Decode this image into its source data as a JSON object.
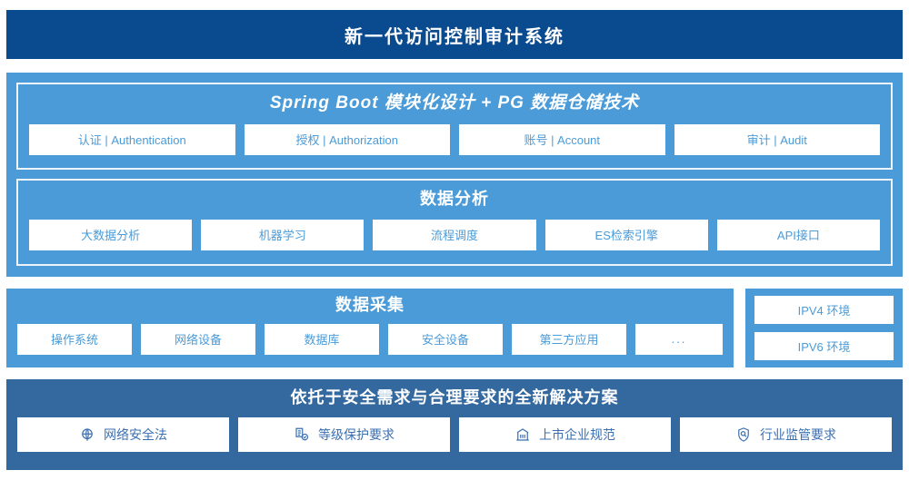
{
  "header": {
    "title": "新一代访问控制审计系统"
  },
  "core": {
    "springboot": {
      "title": "Spring Boot 模块化设计 + PG 数据仓储技术",
      "items": [
        {
          "label": "认证 | Authentication"
        },
        {
          "label": "授权 | Authorization"
        },
        {
          "label": "账号 | Account"
        },
        {
          "label": "审计 | Audit"
        }
      ]
    },
    "analysis": {
      "title": "数据分析",
      "items": [
        {
          "label": "大数据分析"
        },
        {
          "label": "机器学习"
        },
        {
          "label": "流程调度"
        },
        {
          "label": "ES检索引擎"
        },
        {
          "label": "API接口"
        }
      ]
    }
  },
  "collection": {
    "title": "数据采集",
    "items": [
      {
        "label": "操作系统"
      },
      {
        "label": "网络设备"
      },
      {
        "label": "数据库"
      },
      {
        "label": "安全设备"
      },
      {
        "label": "第三方应用"
      },
      {
        "label": "..."
      }
    ]
  },
  "environment": {
    "items": [
      {
        "label": "IPV4 环境"
      },
      {
        "label": "IPV6 环境"
      }
    ]
  },
  "solution": {
    "title": "依托于安全需求与合理要求的全新解决方案",
    "items": [
      {
        "label": "网络安全法",
        "icon": "globe-network-icon"
      },
      {
        "label": "等级保护要求",
        "icon": "document-check-icon"
      },
      {
        "label": "上市企业规范",
        "icon": "bank-building-icon"
      },
      {
        "label": "行业监管要求",
        "icon": "shield-search-icon"
      }
    ]
  },
  "colors": {
    "header_blue": "#0a4a8f",
    "panel_blue": "#4a9bd8",
    "panel_dark_blue": "#34699f",
    "cell_bg": "#ffffff",
    "cell_text": "#4a9bd8",
    "solution_cell_text": "#3b6fb0"
  }
}
